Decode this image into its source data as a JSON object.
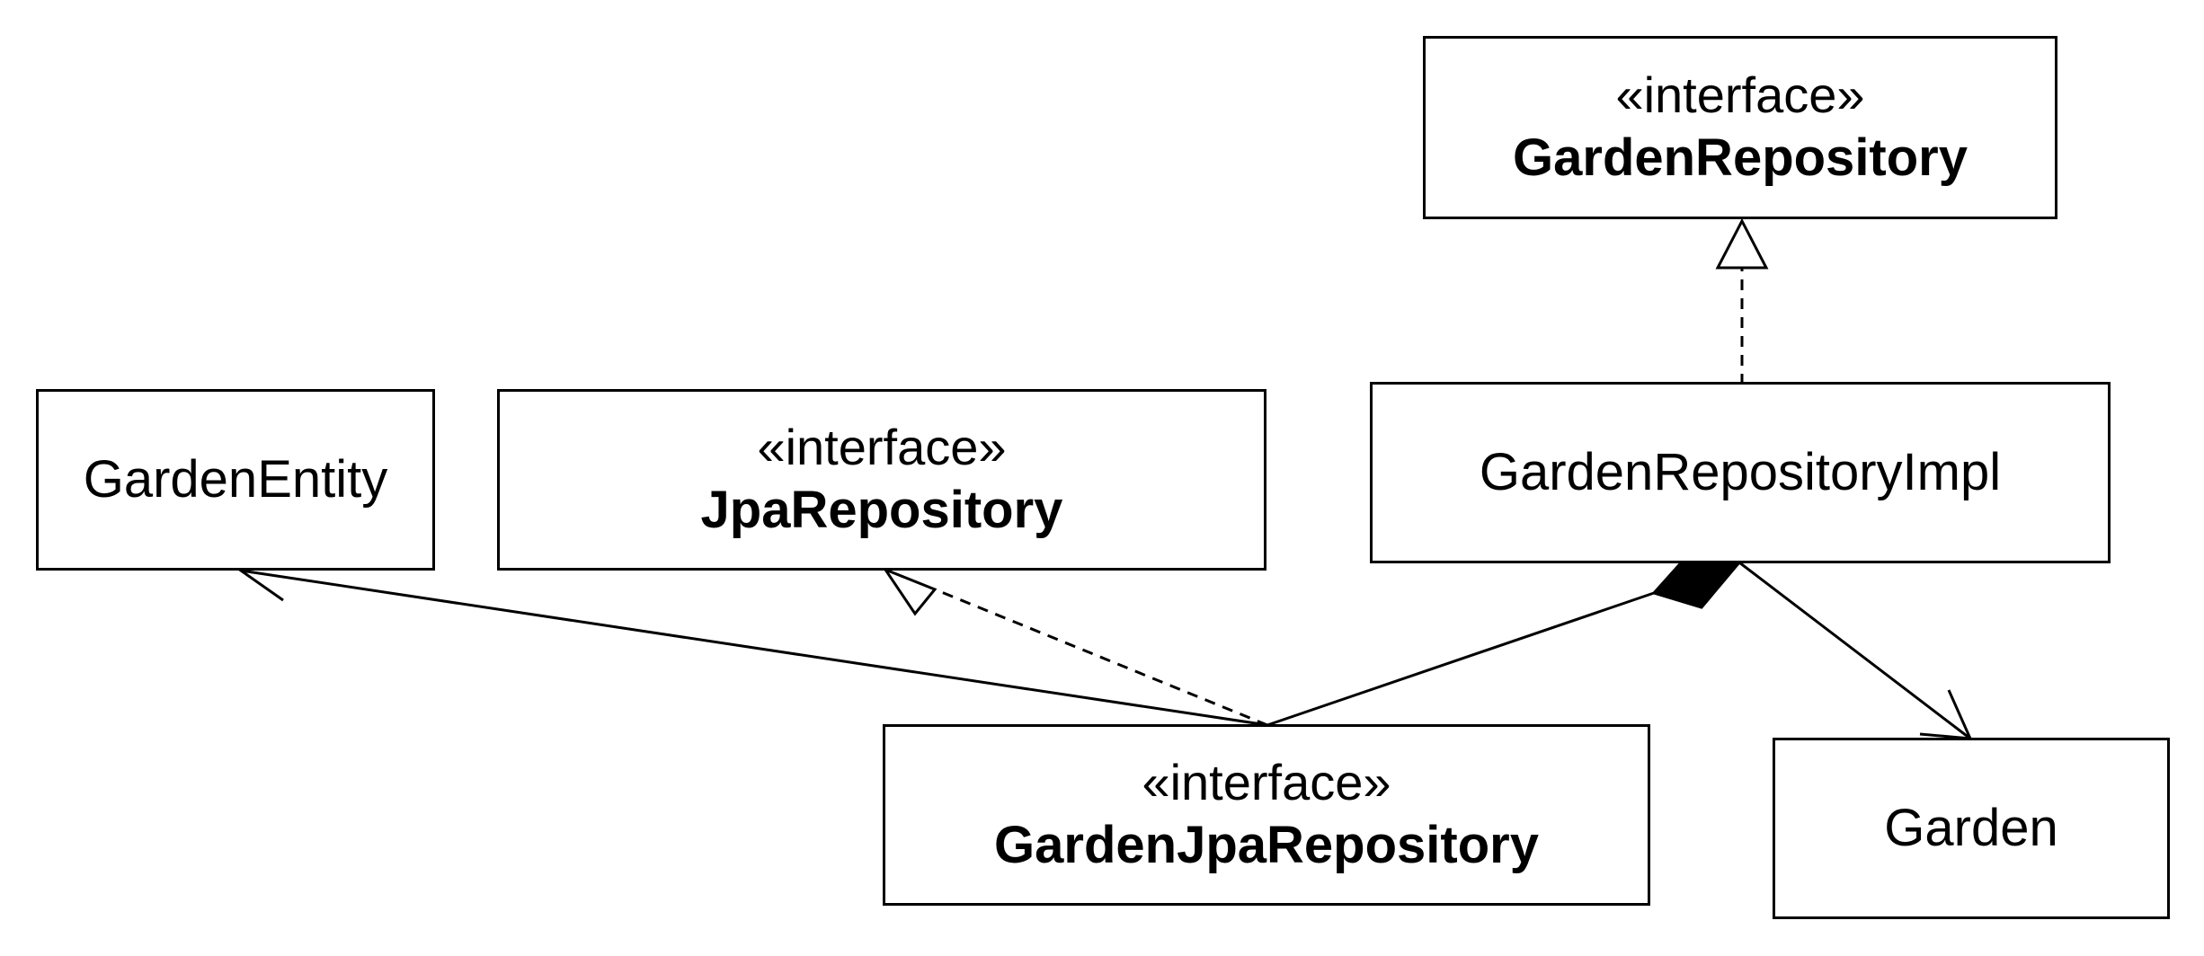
{
  "classes": {
    "garden_repository": {
      "stereotype": "«interface»",
      "name": "GardenRepository"
    },
    "garden_repository_impl": {
      "name": "GardenRepositoryImpl"
    },
    "garden_entity": {
      "name": "GardenEntity"
    },
    "jpa_repository": {
      "stereotype": "«interface»",
      "name": "JpaRepository"
    },
    "garden_jpa_repository": {
      "stereotype": "«interface»",
      "name": "GardenJpaRepository"
    },
    "garden": {
      "name": "Garden"
    }
  },
  "relationships": [
    {
      "type": "realization",
      "from": "GardenRepositoryImpl",
      "to": "GardenRepository"
    },
    {
      "type": "realization",
      "from": "GardenJpaRepository",
      "to": "JpaRepository"
    },
    {
      "type": "association",
      "from": "GardenJpaRepository",
      "to": "GardenEntity"
    },
    {
      "type": "composition",
      "from": "GardenRepositoryImpl",
      "to": "GardenJpaRepository"
    },
    {
      "type": "association",
      "from": "GardenRepositoryImpl",
      "to": "Garden"
    }
  ],
  "colors": {
    "line": "#000000",
    "background": "#ffffff"
  }
}
